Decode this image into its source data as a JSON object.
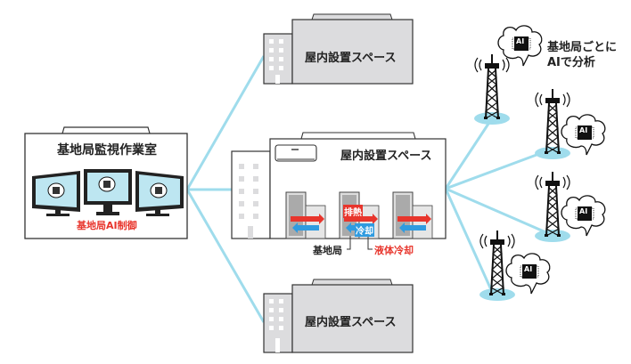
{
  "colors": {
    "link": "#9fdcec",
    "accent_red": "#e8352c",
    "accent_blue": "#2f9be0",
    "building_gray": "#dcdcde",
    "line": "#333333"
  },
  "monitor_room": {
    "title": "基地局監視作業室",
    "caption": "基地局AI制御",
    "monitors": [
      {
        "icon": "ai-chip-icon"
      },
      {
        "icon": "ai-chip-icon"
      },
      {
        "icon": "ai-chip-icon"
      }
    ]
  },
  "indoor_spaces": [
    {
      "id": "top",
      "label": "屋内設置スペース"
    },
    {
      "id": "middle",
      "label": "屋内設置スペース"
    },
    {
      "id": "bottom",
      "label": "屋内設置スペース"
    }
  ],
  "middle_space": {
    "exhaust_label": "排熱",
    "cooling_label": "冷却",
    "base_station_label": "基地局",
    "liquid_cooling_label": "液体冷却",
    "racks": 3
  },
  "towers": {
    "caption_line1": "基地局ごとに",
    "caption_line2": "AIで分析",
    "ai_badge": "AI",
    "items": [
      {
        "id": 1
      },
      {
        "id": 2
      },
      {
        "id": 3
      },
      {
        "id": 4
      }
    ]
  }
}
